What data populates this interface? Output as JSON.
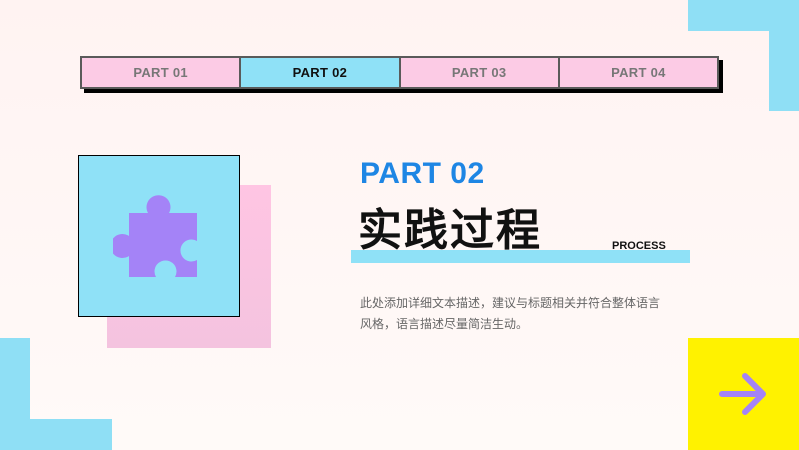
{
  "tabs": [
    {
      "label": "PART 01",
      "active": false
    },
    {
      "label": "PART 02",
      "active": true
    },
    {
      "label": "PART 03",
      "active": false
    },
    {
      "label": "PART 04",
      "active": false
    }
  ],
  "section": {
    "part_label": "PART 02",
    "title": "实践过程",
    "subtitle": "PROCESS",
    "description": "此处添加详细文本描述，建议与标题相关并符合整体语言风格，语言描述尽量简洁生动。"
  },
  "icons": {
    "puzzle": "puzzle-icon",
    "arrow": "arrow-right-icon"
  },
  "colors": {
    "accent_blue": "#1e86e4",
    "cyan": "#8fe1f7",
    "pink": "#fccbe5",
    "purple": "#a483f7",
    "yellow": "#fff200"
  }
}
